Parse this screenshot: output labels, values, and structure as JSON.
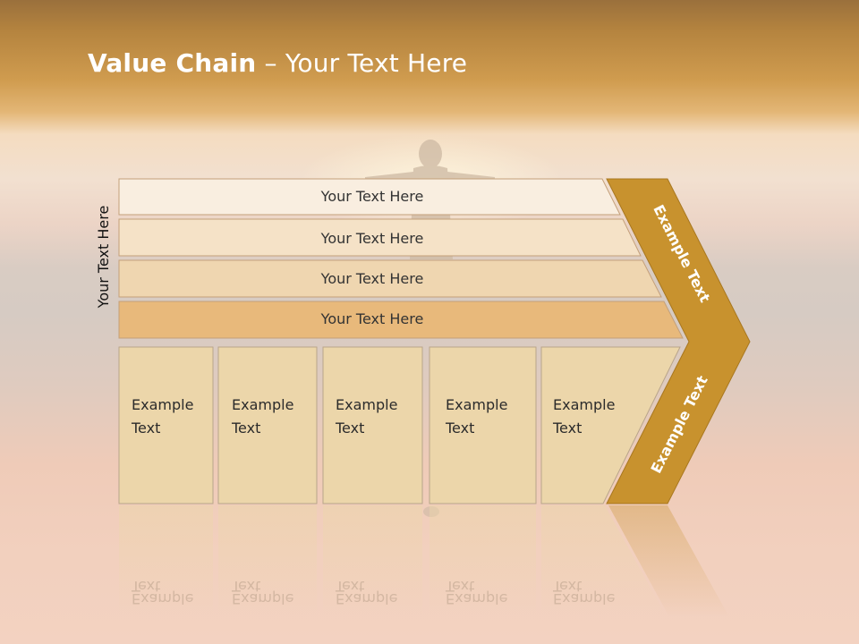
{
  "title": {
    "bold": "Value Chain",
    "rest": " – Your Text Here"
  },
  "side_label": "Your Text Here",
  "rows": [
    {
      "label": "Your Text Here",
      "color": "#f9eee0"
    },
    {
      "label": "Your Text Here",
      "color": "#f5e2c7"
    },
    {
      "label": "Your Text Here",
      "color": "#efd6b0"
    },
    {
      "label": "Your Text Here",
      "color": "#e8b97b"
    }
  ],
  "cells": [
    {
      "line1": "Example",
      "line2": "Text"
    },
    {
      "line1": "Example",
      "line2": "Text"
    },
    {
      "line1": "Example",
      "line2": "Text"
    },
    {
      "line1": "Example",
      "line2": "Text"
    },
    {
      "line1": "Example",
      "line2": "Text"
    }
  ],
  "chevron": {
    "upper": "Example Text",
    "lower": "Example Text",
    "color": "#c8922e"
  },
  "cell_color": "#ecd6aa"
}
